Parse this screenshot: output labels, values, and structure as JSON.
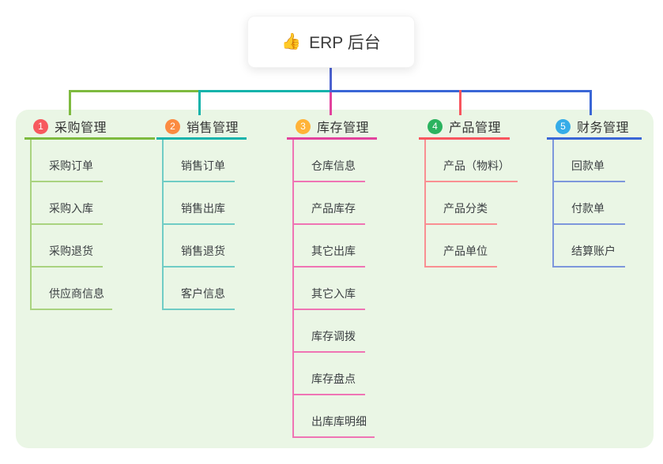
{
  "root": {
    "title": "ERP 后台",
    "icon": "thumbs-up-icon",
    "emoji": "👍"
  },
  "panel_color": "#eaf6e5",
  "trunk_color": "#4c62d0",
  "branches": [
    {
      "badge": "1",
      "title": "采购管理",
      "badge_color": "#f7595e",
      "line_color": "#7eba3f",
      "sub_line_color": "#a9d37f",
      "items": [
        "采购订单",
        "采购入库",
        "采购退货",
        "供应商信息"
      ]
    },
    {
      "badge": "2",
      "title": "销售管理",
      "badge_color": "#fb8b41",
      "line_color": "#14b3ab",
      "sub_line_color": "#6fccc5",
      "items": [
        "销售订单",
        "销售出库",
        "销售退货",
        "客户信息"
      ]
    },
    {
      "badge": "3",
      "title": "库存管理",
      "badge_color": "#ffb338",
      "line_color": "#e2429d",
      "sub_line_color": "#ef74b4",
      "items": [
        "仓库信息",
        "产品库存",
        "其它出库",
        "其它入库",
        "库存调拨",
        "库存盘点",
        "出库库明细"
      ]
    },
    {
      "badge": "4",
      "title": "产品管理",
      "badge_color": "#2bb35f",
      "line_color": "#f8555e",
      "sub_line_color": "#f98f92",
      "items": [
        "产品（物料）",
        "产品分类",
        "产品单位"
      ]
    },
    {
      "badge": "5",
      "title": "财务管理",
      "badge_color": "#35ace8",
      "line_color": "#3a66d6",
      "sub_line_color": "#7d97dc",
      "items": [
        "回款单",
        "付款单",
        "结算账户"
      ]
    }
  ]
}
